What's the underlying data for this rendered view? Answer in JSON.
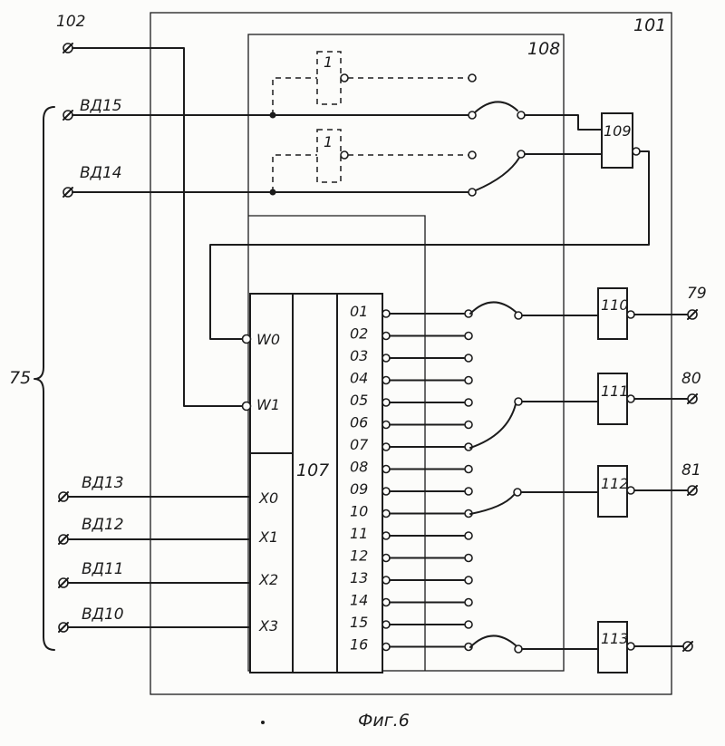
{
  "figure_caption": "Фиг.6",
  "blocks": {
    "outer": "101",
    "switch_matrix": "108",
    "decoder": "107",
    "gate_top": "109",
    "gate_out_1": "110",
    "gate_out_2": "111",
    "gate_out_3": "112",
    "gate_out_4": "113",
    "inverter_1": "1",
    "inverter_2": "1"
  },
  "terminals": {
    "input_102": "102",
    "group_brace": "75",
    "vd15": "ВД15",
    "vd14": "ВД14",
    "vd13": "ВД13",
    "vd12": "ВД12",
    "vd11": "ВД11",
    "vd10": "ВД10",
    "out_79": "79",
    "out_80": "80",
    "out_81": "81"
  },
  "decoder_inputs": [
    "W0",
    "W1",
    "X0",
    "X1",
    "X2",
    "X3"
  ],
  "decoder_outputs": [
    "01",
    "02",
    "03",
    "04",
    "05",
    "06",
    "07",
    "08",
    "09",
    "10",
    "11",
    "12",
    "13",
    "14",
    "15",
    "16"
  ]
}
